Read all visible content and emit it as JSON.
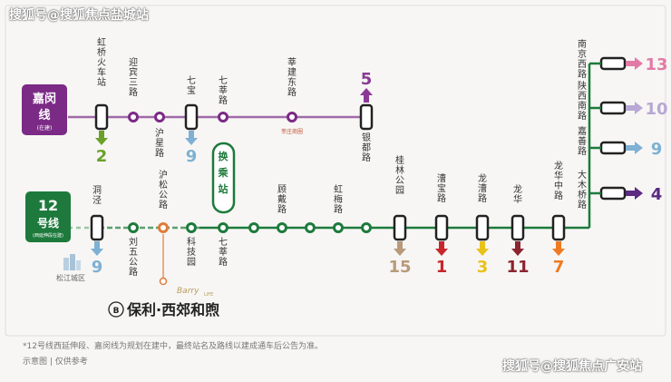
{
  "watermark_top": "搜狐号@搜狐焦点盐城站",
  "watermark_bottom": "搜狐号@搜狐焦点广安站",
  "lines": {
    "jiamin": {
      "name": "嘉闵线",
      "sub": "(在建)",
      "color": "#7b2a86"
    },
    "line12": {
      "name": "12号线",
      "sub": "(西延伸段在建)",
      "color": "#1d7a3c"
    }
  },
  "jiamin_stations": [
    {
      "name": "虹桥火车站",
      "transfer": "2",
      "color": "#6aa12a"
    },
    {
      "name": "迎宾三路"
    },
    {
      "name": "沪星路"
    },
    {
      "name": "七宝",
      "transfer": "9",
      "color": "#7eb1d3"
    },
    {
      "name": "七莘路"
    },
    {
      "name": "莘建东路"
    },
    {
      "name": "莘庄商圈"
    },
    {
      "name": "银都路",
      "transfer": "5",
      "color": "#8a3a96"
    }
  ],
  "line12_stations": [
    {
      "name": "洞泾",
      "transfer": "9",
      "color": "#7eb1d3"
    },
    {
      "name": "刘五公路"
    },
    {
      "name": "沪松公路"
    },
    {
      "name": "科技园"
    },
    {
      "name": "七莘路"
    },
    {
      "name": "顾戴路"
    },
    {
      "name": "虹梅路"
    },
    {
      "name": "桂林公园",
      "transfer": "15",
      "color": "#b89a7a"
    },
    {
      "name": "漕宝路",
      "transfer": "1",
      "color": "#c8262a"
    },
    {
      "name": "龙漕路",
      "transfer": "3",
      "color": "#e8c21a"
    },
    {
      "name": "龙华",
      "transfer": "11",
      "color": "#8b2530"
    },
    {
      "name": "龙华中路",
      "transfer": "7",
      "color": "#ee7a22"
    }
  ],
  "east_stations": [
    {
      "name": "南京西路",
      "transfer": "13",
      "color": "#e27aa6"
    },
    {
      "name": "陕西南路",
      "transfer": "10",
      "color": "#b7a8d4"
    },
    {
      "name": "嘉善路",
      "transfer": "9",
      "color": "#7eb1d3"
    },
    {
      "name": "大木桥路",
      "transfer": "4",
      "color": "#5b2a82"
    }
  ],
  "interchange_label": "换乘站",
  "district": "松江城区",
  "brand": "保利·西郊和煦",
  "brand_script": "Barry",
  "brand_tag": "LIFE",
  "footnote": "*12号线西延伸段、嘉闵线为规划在建中，最终站名及路线以建成通车后公告为准。",
  "footnote2": "示意图 | 仅供参考"
}
